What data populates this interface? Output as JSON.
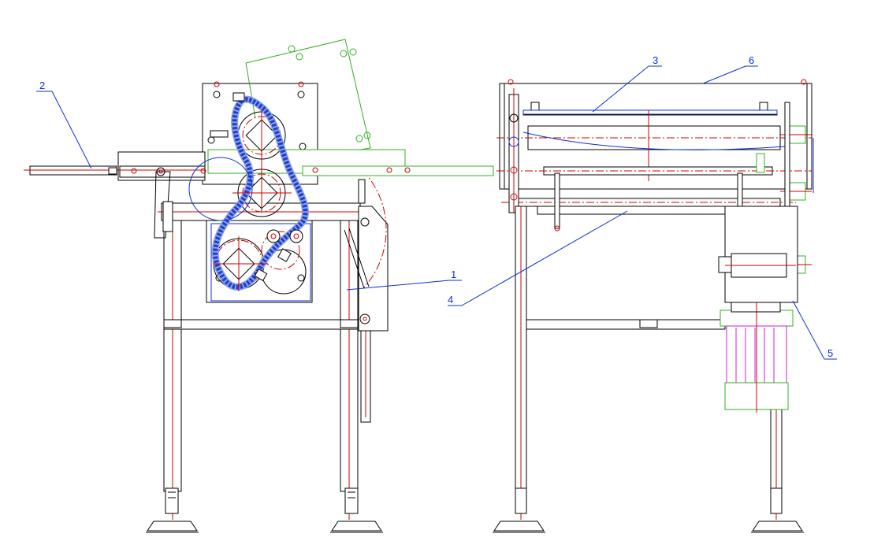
{
  "callouts": [
    {
      "id": "1",
      "label": "1"
    },
    {
      "id": "2",
      "label": "2"
    },
    {
      "id": "3",
      "label": "3"
    },
    {
      "id": "4",
      "label": "4"
    },
    {
      "id": "5",
      "label": "5"
    },
    {
      "id": "6",
      "label": "6"
    }
  ],
  "colors": {
    "outline": "#000000",
    "centerline": "#d00000",
    "callout": "#1030d0",
    "chain": "#2040c0",
    "hinged_cover": "#30b020",
    "motor": "#d020d0"
  },
  "views": [
    "front-elevation",
    "side-elevation"
  ]
}
